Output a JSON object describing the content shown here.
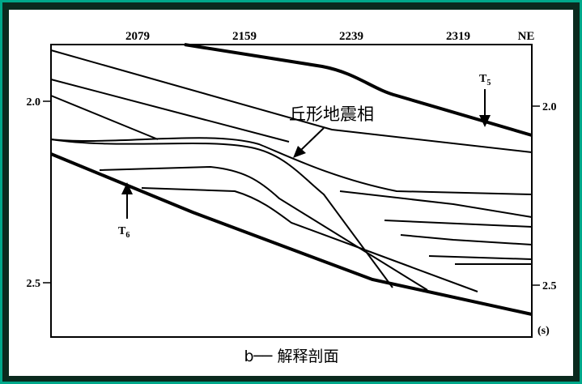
{
  "colors": {
    "outer_border": "#00a88a",
    "outer_bg": "#0a2a1e",
    "panel_bg": "#ffffff",
    "ink": "#000000"
  },
  "top_axis": {
    "ticks": [
      "2079",
      "2159",
      "2239",
      "2319"
    ],
    "direction": "NE"
  },
  "left_axis": {
    "ticks": [
      "2.0",
      "2.5"
    ]
  },
  "right_axis": {
    "ticks": [
      "2.0",
      "2.5"
    ],
    "unit": "(s)"
  },
  "labels": {
    "t5": {
      "main": "T",
      "sub": "5"
    },
    "t6": {
      "main": "T",
      "sub": "6"
    },
    "facies": "丘形地震相"
  },
  "caption": "b── 解释剖面"
}
